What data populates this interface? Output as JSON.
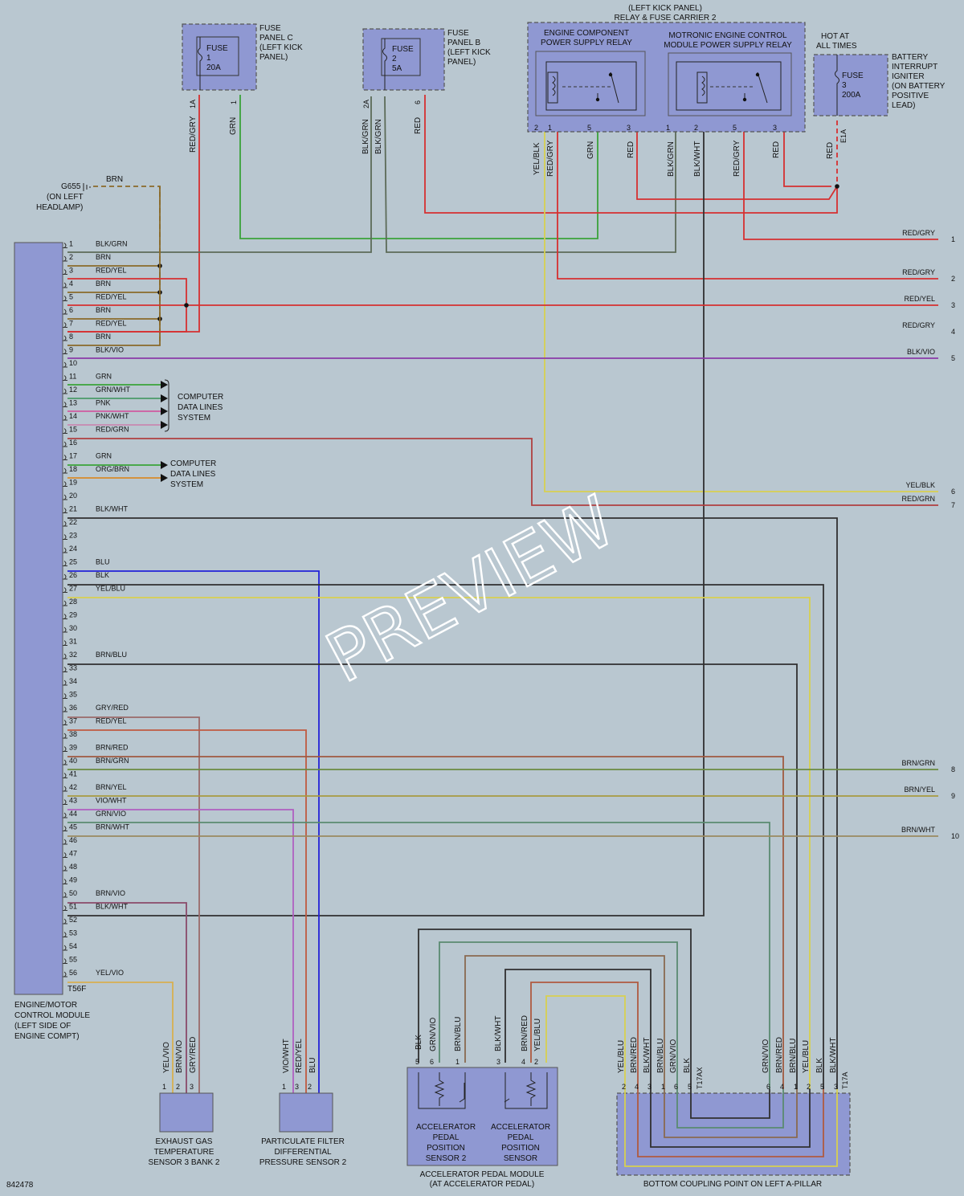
{
  "title": {
    "carrier_line1": "(LEFT KICK PANEL)",
    "carrier_line2": "RELAY & FUSE CARRIER 2"
  },
  "watermark": "PREVIEW",
  "figure_id": "842478",
  "colors": {
    "background": "#b9c7d0",
    "component_fill": "#8f98d2",
    "RED": "#d63030",
    "GRN": "#3aa33a",
    "BRN": "#8a6a2a",
    "BLU": "#2222d8",
    "BLK": "#303030",
    "YEL": "#d8d050",
    "VIO": "#8a3aa8",
    "PNK": "#d05aa0",
    "ORG": "#d88a2a",
    "WHT": "#cccccc",
    "GRY": "#888888"
  },
  "fuse_c": {
    "fuse": "FUSE",
    "num": "1",
    "rating": "20A",
    "desc": [
      "FUSE",
      "PANEL C",
      "(LEFT KICK",
      "PANEL)"
    ],
    "pins": [
      "1A",
      "1"
    ],
    "wires": [
      "RED/GRY",
      "GRN"
    ]
  },
  "fuse_b": {
    "fuse": "FUSE",
    "num": "2",
    "rating": "5A",
    "desc": [
      "FUSE",
      "PANEL B",
      "(LEFT KICK",
      "PANEL)"
    ],
    "pins": [
      "2A",
      "6"
    ],
    "wires": [
      "BLK/GRN",
      "BLK/GRN",
      "RED"
    ]
  },
  "relay1": {
    "title": [
      "ENGINE COMPONENT",
      "POWER SUPPLY RELAY"
    ],
    "pins": [
      "2",
      "1",
      "5",
      "3"
    ],
    "wires": [
      "YEL/BLK",
      "RED/GRY",
      "GRN",
      "RED"
    ]
  },
  "relay2": {
    "title": [
      "MOTRONIC ENGINE CONTROL",
      "MODULE POWER SUPPLY RELAY"
    ],
    "pins": [
      "1",
      "2",
      "5",
      "3"
    ],
    "wires": [
      "BLK/GRN",
      "BLK/WHT",
      "RED/GRY",
      "RED"
    ]
  },
  "hot": {
    "label": [
      "HOT AT",
      "ALL TIMES"
    ],
    "fuse": "FUSE",
    "num": "3",
    "rating": "200A",
    "desc": [
      "BATTERY",
      "INTERRUPT",
      "IGNITER",
      "(ON BATTERY",
      "POSITIVE",
      "LEAD)"
    ],
    "pin": "E1A",
    "wire": "RED"
  },
  "ground": {
    "name": "G655",
    "desc": [
      "(ON LEFT",
      "HEADLAMP)"
    ],
    "wire": "BRN"
  },
  "ecm": {
    "label": [
      "ENGINE/MOTOR",
      "CONTROL MODULE",
      "(LEFT SIDE OF",
      "ENGINE COMPT)"
    ],
    "connector": "T56F",
    "pins": [
      {
        "n": "1",
        "c": "BLK/GRN"
      },
      {
        "n": "2",
        "c": "BRN"
      },
      {
        "n": "3",
        "c": "RED/YEL"
      },
      {
        "n": "4",
        "c": "BRN"
      },
      {
        "n": "5",
        "c": "RED/YEL"
      },
      {
        "n": "6",
        "c": "BRN"
      },
      {
        "n": "7",
        "c": "RED/YEL"
      },
      {
        "n": "8",
        "c": "BRN"
      },
      {
        "n": "9",
        "c": "BLK/VIO"
      },
      {
        "n": "10",
        "c": ""
      },
      {
        "n": "11",
        "c": "GRN"
      },
      {
        "n": "12",
        "c": "GRN/WHT"
      },
      {
        "n": "13",
        "c": "PNK"
      },
      {
        "n": "14",
        "c": "PNK/WHT"
      },
      {
        "n": "15",
        "c": "RED/GRN"
      },
      {
        "n": "16",
        "c": ""
      },
      {
        "n": "17",
        "c": "GRN"
      },
      {
        "n": "18",
        "c": "ORG/BRN"
      },
      {
        "n": "19",
        "c": ""
      },
      {
        "n": "20",
        "c": ""
      },
      {
        "n": "21",
        "c": "BLK/WHT"
      },
      {
        "n": "22",
        "c": ""
      },
      {
        "n": "23",
        "c": ""
      },
      {
        "n": "24",
        "c": ""
      },
      {
        "n": "25",
        "c": "BLU"
      },
      {
        "n": "26",
        "c": "BLK"
      },
      {
        "n": "27",
        "c": "YEL/BLU"
      },
      {
        "n": "28",
        "c": ""
      },
      {
        "n": "29",
        "c": ""
      },
      {
        "n": "30",
        "c": ""
      },
      {
        "n": "31",
        "c": ""
      },
      {
        "n": "32",
        "c": "BRN/BLU"
      },
      {
        "n": "33",
        "c": ""
      },
      {
        "n": "34",
        "c": ""
      },
      {
        "n": "35",
        "c": ""
      },
      {
        "n": "36",
        "c": "GRY/RED"
      },
      {
        "n": "37",
        "c": "RED/YEL"
      },
      {
        "n": "38",
        "c": ""
      },
      {
        "n": "39",
        "c": "BRN/RED"
      },
      {
        "n": "40",
        "c": "BRN/GRN"
      },
      {
        "n": "41",
        "c": ""
      },
      {
        "n": "42",
        "c": "BRN/YEL"
      },
      {
        "n": "43",
        "c": "VIO/WHT"
      },
      {
        "n": "44",
        "c": "GRN/VIO"
      },
      {
        "n": "45",
        "c": "BRN/WHT"
      },
      {
        "n": "46",
        "c": ""
      },
      {
        "n": "47",
        "c": ""
      },
      {
        "n": "48",
        "c": ""
      },
      {
        "n": "49",
        "c": ""
      },
      {
        "n": "50",
        "c": "BRN/VIO"
      },
      {
        "n": "51",
        "c": "BLK/WHT"
      },
      {
        "n": "52",
        "c": ""
      },
      {
        "n": "53",
        "c": ""
      },
      {
        "n": "54",
        "c": ""
      },
      {
        "n": "55",
        "c": ""
      },
      {
        "n": "56",
        "c": "YEL/VIO"
      }
    ]
  },
  "data_lines_1": [
    "COMPUTER",
    "DATA LINES",
    "SYSTEM"
  ],
  "data_lines_2": [
    "COMPUTER",
    "DATA LINES",
    "SYSTEM"
  ],
  "right_refs": [
    {
      "c": "RED/GRY",
      "n": "1"
    },
    {
      "c": "RED/GRY",
      "n": "2"
    },
    {
      "c": "RED/YEL",
      "n": "3"
    },
    {
      "c": "RED/GRY",
      "n": "4"
    },
    {
      "c": "BLK/VIO",
      "n": "5"
    },
    {
      "c": "YEL/BLK",
      "n": "6"
    },
    {
      "c": "RED/GRN",
      "n": "7"
    },
    {
      "c": "BRN/GRN",
      "n": "8"
    },
    {
      "c": "BRN/YEL",
      "n": "9"
    },
    {
      "c": "BRN/WHT",
      "n": "10"
    }
  ],
  "exhaust": {
    "label": [
      "EXHAUST GAS",
      "TEMPERATURE",
      "SENSOR 3 BANK 2"
    ],
    "pins": [
      "1",
      "2",
      "3"
    ],
    "wires": [
      "YEL/VIO",
      "BRN/VIO",
      "GRY/RED"
    ]
  },
  "pfilter": {
    "label": [
      "PARTICULATE FILTER",
      "DIFFERENTIAL",
      "PRESSURE SENSOR 2"
    ],
    "pins": [
      "1",
      "3",
      "2"
    ],
    "wires": [
      "VIO/WHT",
      "RED/YEL",
      "BLU"
    ]
  },
  "pedal": {
    "label": [
      "ACCELERATOR PEDAL MODULE",
      "(AT ACCELERATOR PEDAL)"
    ],
    "s2": [
      "ACCELERATOR",
      "PEDAL",
      "POSITION",
      "SENSOR 2"
    ],
    "s1": [
      "ACCELERATOR",
      "PEDAL",
      "POSITION",
      "SENSOR"
    ],
    "pins": [
      "5",
      "6",
      "1",
      "3",
      "4",
      "2"
    ],
    "wires": [
      "BLK",
      "GRN/VIO",
      "BRN/BLU",
      "BLK/WHT",
      "BRN/RED",
      "YEL/BLU"
    ]
  },
  "coupling": {
    "label": "BOTTOM COUPLING POINT ON LEFT A-PILLAR",
    "left_conn": "T17AX",
    "right_conn": "T17A",
    "left_pins": [
      "2",
      "4",
      "3",
      "1",
      "6",
      "5"
    ],
    "left_wires": [
      "YEL/BLU",
      "BRN/RED",
      "BLK/WHT",
      "BRN/BLU",
      "GRN/VIO",
      "BLK"
    ],
    "right_pins": [
      "6",
      "4",
      "1",
      "2",
      "5",
      "3"
    ],
    "right_wires": [
      "GRN/VIO",
      "BRN/RED",
      "BRN/BLU",
      "YEL/BLU",
      "BLK",
      "BLK/WHT"
    ]
  }
}
